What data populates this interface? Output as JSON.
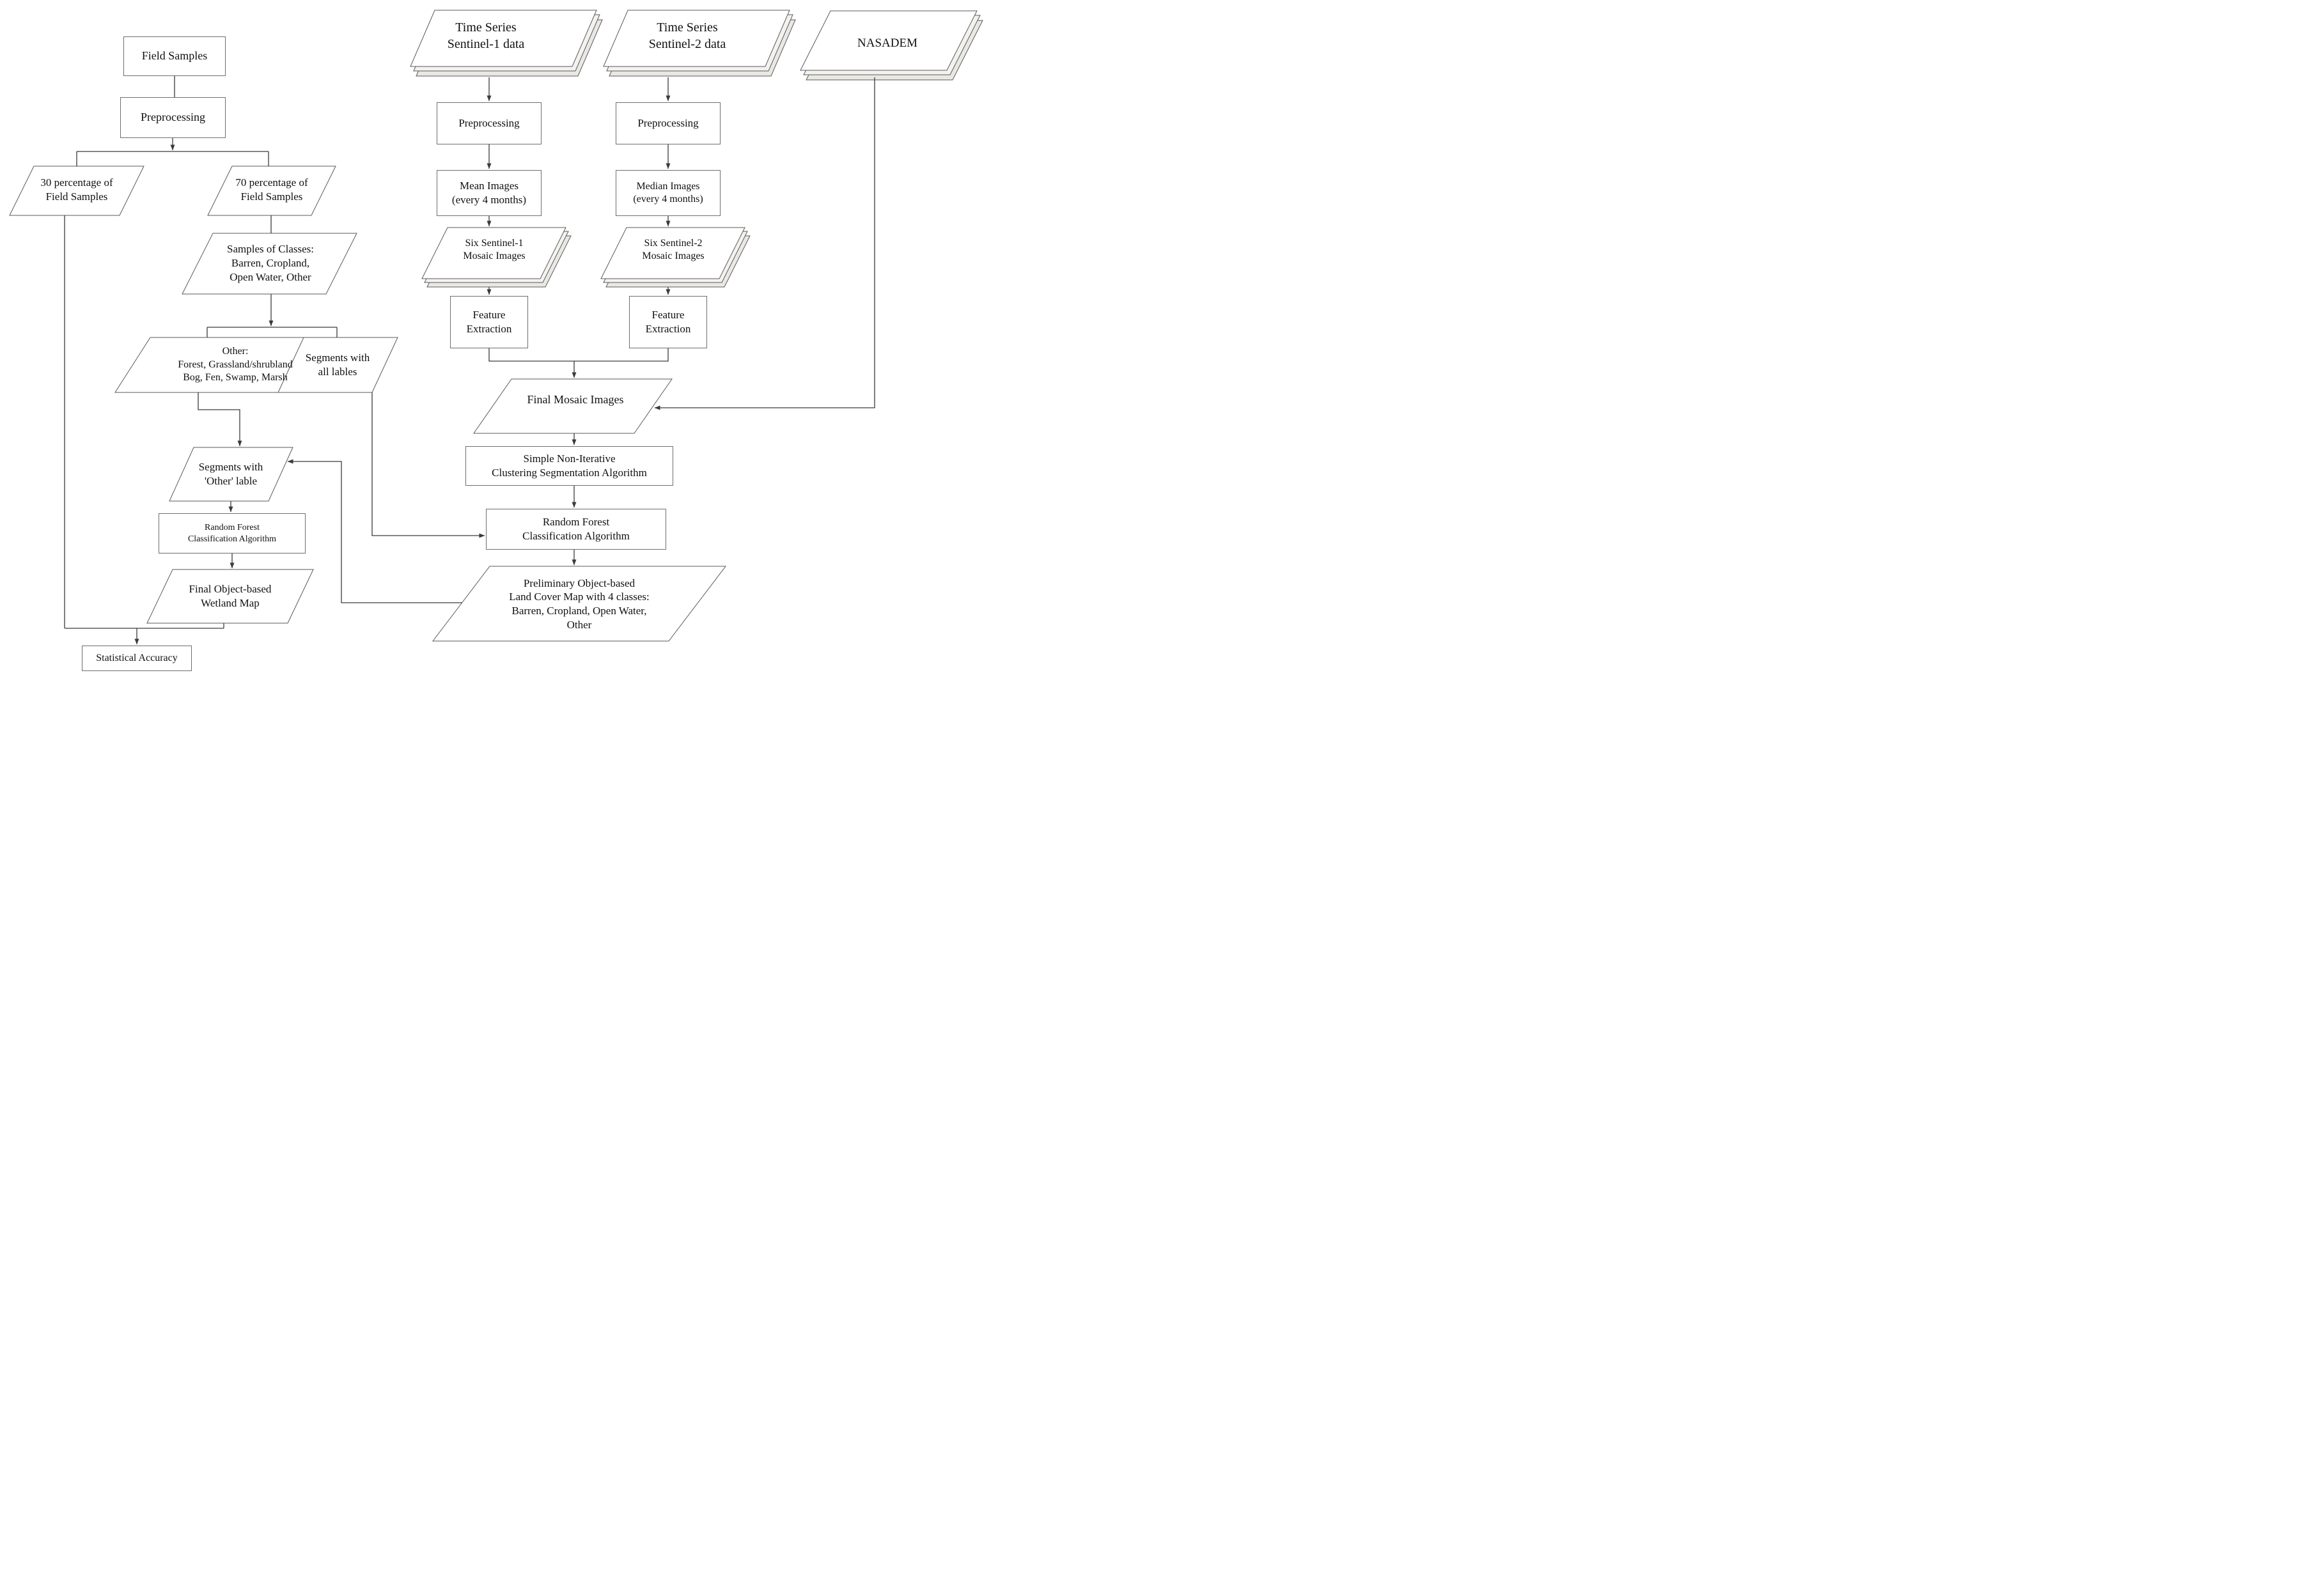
{
  "diagram": {
    "type": "flowchart",
    "description": "Wetland mapping workflow flowchart",
    "colors": {
      "background": "#ffffff",
      "line": "#3a3a3a",
      "shape_stroke": "#5a5a5a",
      "rect_border": "#6e6e6e",
      "sheet_fill": "#ffffff",
      "sheet_shadow": "#eae8e4",
      "text": "#111111"
    },
    "nodes": {
      "field_samples": {
        "shape": "rect",
        "label": "Field Samples"
      },
      "preprocessing_field": {
        "shape": "rect",
        "label": "Preprocessing"
      },
      "pct30": {
        "shape": "parallelogram",
        "label": "30 percentage of\nField Samples"
      },
      "pct70": {
        "shape": "parallelogram",
        "label": "70 percentage of\nField Samples"
      },
      "samples_classes": {
        "shape": "parallelogram",
        "label": "Samples of Classes:\nBarren, Cropland,\nOpen Water, Other"
      },
      "other_classes": {
        "shape": "parallelogram",
        "label": "Other:\nForest, Grassland/shrubland\nBog, Fen, Swamp, Marsh"
      },
      "segments_all": {
        "shape": "parallelogram",
        "label": "Segments with\nall lables"
      },
      "segments_other": {
        "shape": "parallelogram",
        "label": "Segments with\n'Other' lable"
      },
      "rf_left": {
        "shape": "rect",
        "label": "Random Forest\nClassification Algorithm"
      },
      "wetland_map": {
        "shape": "parallelogram",
        "label": "Final Object-based\nWetland Map"
      },
      "statistical_accuracy": {
        "shape": "rect",
        "label": "Statistical Accuracy"
      },
      "ts_sentinel1": {
        "shape": "stacked-sheets",
        "label": "Time Series\nSentinel-1 data"
      },
      "preprocessing_s1": {
        "shape": "rect",
        "label": "Preprocessing"
      },
      "mean_images": {
        "shape": "rect",
        "label": "Mean Images\n(every 4 months)"
      },
      "six_s1_mosaic": {
        "shape": "stacked-sheets",
        "label": "Six Sentinel-1\nMosaic Images"
      },
      "feature_extraction_s1": {
        "shape": "rect",
        "label": "Feature\nExtraction"
      },
      "ts_sentinel2": {
        "shape": "stacked-sheets",
        "label": "Time Series\nSentinel-2 data"
      },
      "preprocessing_s2": {
        "shape": "rect",
        "label": "Preprocessing"
      },
      "median_images": {
        "shape": "rect",
        "label": "Median Images\n(every 4 months)"
      },
      "six_s2_mosaic": {
        "shape": "stacked-sheets",
        "label": "Six Sentinel-2\nMosaic Images"
      },
      "feature_extraction_s2": {
        "shape": "rect",
        "label": "Feature\nExtraction"
      },
      "nasadem": {
        "shape": "stacked-sheets",
        "label": "NASADEM"
      },
      "final_mosaic": {
        "shape": "parallelogram",
        "label": "Final Mosaic Images"
      },
      "snic": {
        "shape": "rect",
        "label": "Simple Non-Iterative\nClustering Segmentation Algorithm"
      },
      "rf_right": {
        "shape": "rect",
        "label": "Random Forest\nClassification Algorithm"
      },
      "preliminary_map": {
        "shape": "parallelogram",
        "label": "Preliminary Object-based\nLand Cover Map with 4 classes:\nBarren, Cropland, Open Water,\nOther"
      }
    },
    "edges": [
      "field_samples -> preprocessing_field",
      "preprocessing_field -> pct30",
      "preprocessing_field -> pct70",
      "pct30 -> statistical_accuracy",
      "pct70 -> samples_classes",
      "samples_classes -> other_classes",
      "samples_classes -> segments_all",
      "other_classes -> segments_other",
      "segments_all -> rf_right",
      "segments_other -> rf_left",
      "rf_left -> wetland_map",
      "wetland_map -> statistical_accuracy",
      "ts_sentinel1 -> preprocessing_s1",
      "preprocessing_s1 -> mean_images",
      "mean_images -> six_s1_mosaic",
      "six_s1_mosaic -> feature_extraction_s1",
      "ts_sentinel2 -> preprocessing_s2",
      "preprocessing_s2 -> median_images",
      "median_images -> six_s2_mosaic",
      "six_s2_mosaic -> feature_extraction_s2",
      "feature_extraction_s1 -> final_mosaic",
      "feature_extraction_s2 -> final_mosaic",
      "nasadem -> final_mosaic",
      "final_mosaic -> snic",
      "snic -> rf_right",
      "rf_right -> preliminary_map",
      "preliminary_map -> segments_other"
    ]
  }
}
